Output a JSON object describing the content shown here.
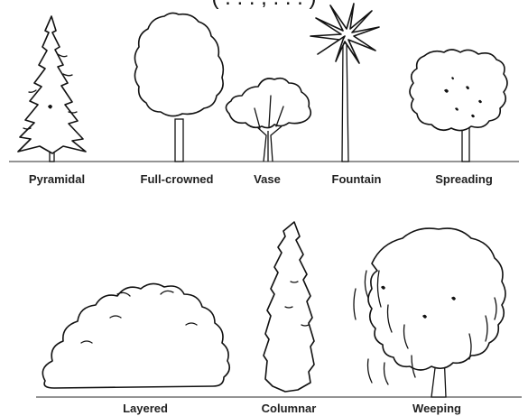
{
  "header": {
    "partial_text": "( . . . , . . . )"
  },
  "rows": [
    {
      "shapes": [
        {
          "label": "Pyramidal"
        },
        {
          "label": "Full-crowned"
        },
        {
          "label": "Vase"
        },
        {
          "label": "Fountain"
        },
        {
          "label": "Spreading"
        }
      ]
    },
    {
      "shapes": [
        {
          "label": "Layered"
        },
        {
          "label": "Columnar"
        },
        {
          "label": "Weeping"
        }
      ]
    }
  ]
}
